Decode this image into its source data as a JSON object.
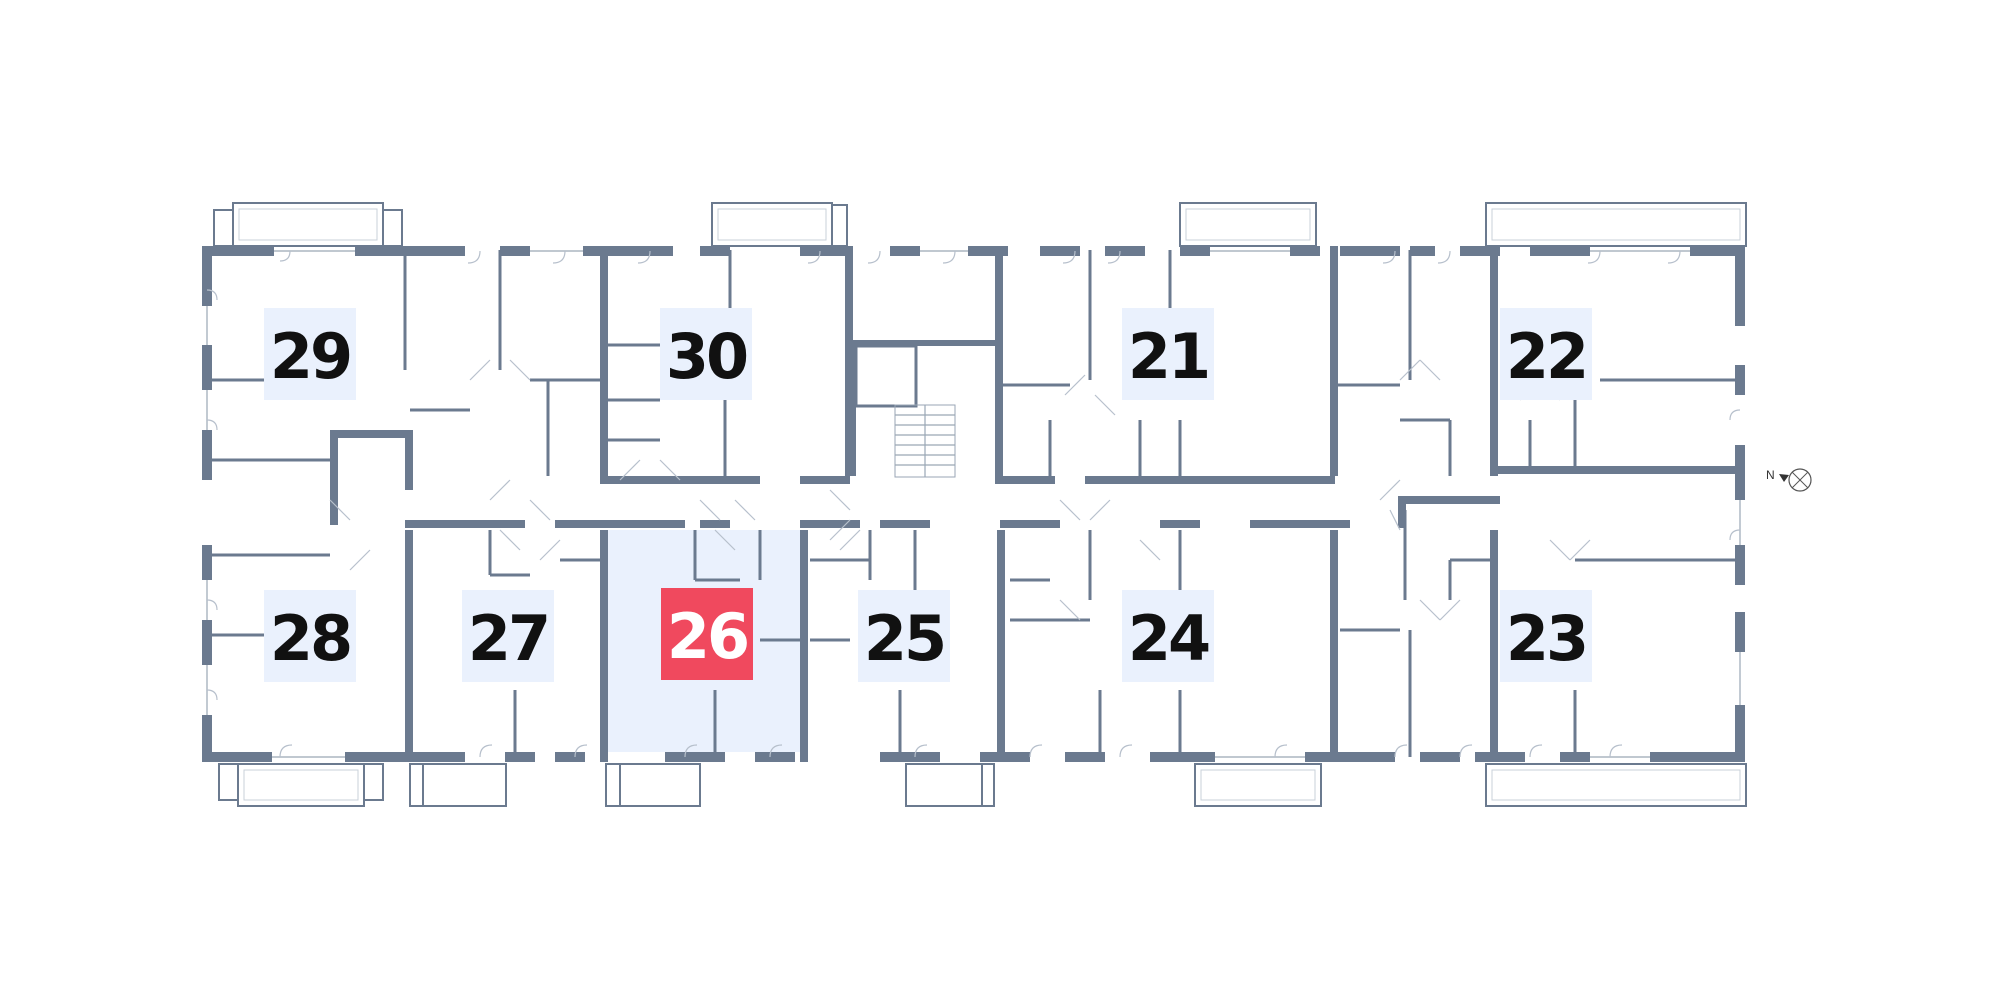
{
  "units": [
    {
      "id": "29",
      "label": "29",
      "selected": false
    },
    {
      "id": "30",
      "label": "30",
      "selected": false
    },
    {
      "id": "21",
      "label": "21",
      "selected": false
    },
    {
      "id": "22",
      "label": "22",
      "selected": false
    },
    {
      "id": "28",
      "label": "28",
      "selected": false
    },
    {
      "id": "27",
      "label": "27",
      "selected": false
    },
    {
      "id": "26",
      "label": "26",
      "selected": true
    },
    {
      "id": "25",
      "label": "25",
      "selected": false
    },
    {
      "id": "24",
      "label": "24",
      "selected": false
    },
    {
      "id": "23",
      "label": "23",
      "selected": false
    }
  ],
  "compass": {
    "label": "N"
  },
  "colors": {
    "wall": "#6b7a8f",
    "label_bg": "#eaf1fd",
    "selected": "#f0495e"
  }
}
